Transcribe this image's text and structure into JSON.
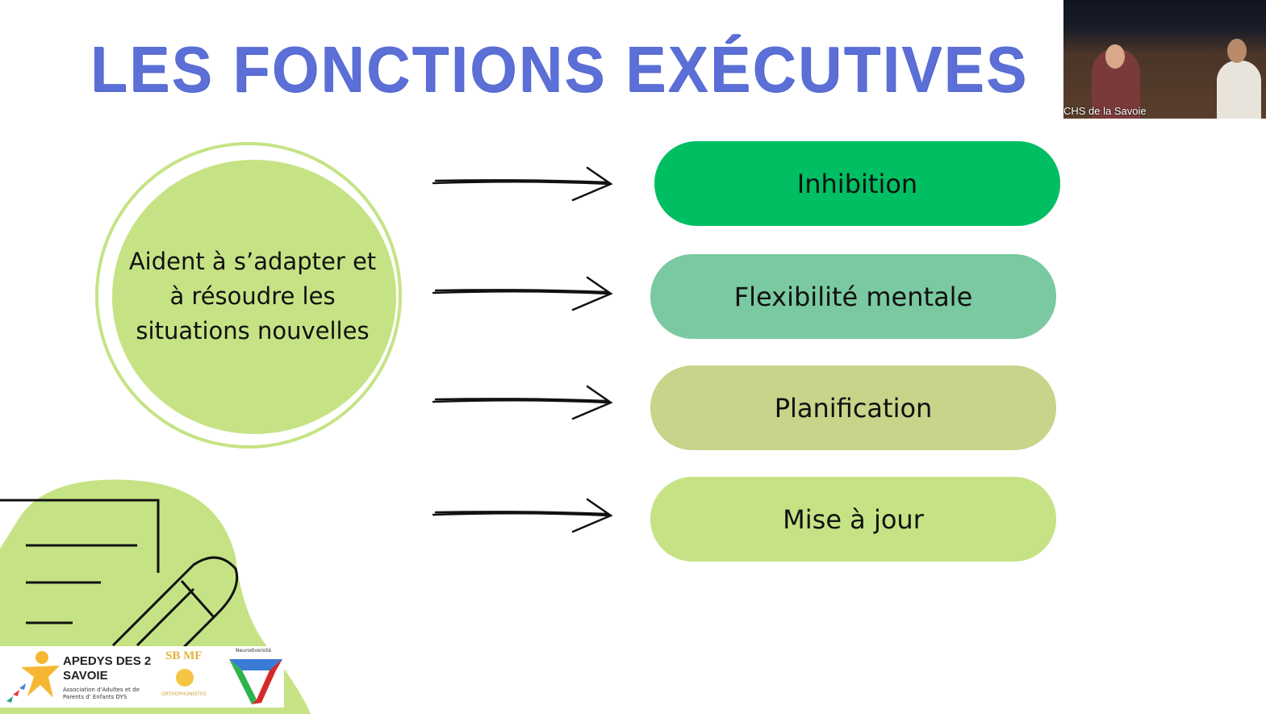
{
  "slide": {
    "title": "LES FONCTIONS EXÉCUTIVES",
    "circle_text": "Aident à s’adapter et à résoudre les situations nouvelles",
    "functions": [
      {
        "label": "Inhibition",
        "color": "#00bf63"
      },
      {
        "label": "Flexibilité mentale",
        "color": "#7ac9a0"
      },
      {
        "label": "Planification",
        "color": "#c9d38a"
      },
      {
        "label": "Mise à jour",
        "color": "#c5e384"
      }
    ],
    "accent": "#5b6fd6",
    "circle_color": "#c5e384"
  },
  "logos": {
    "apedys_name": "APEDYS DES 2 SAVOIE",
    "apedys_sub": "Association d'Adultes et de Parents d' Enfants DYS",
    "sbmf": "SB MF",
    "sbmf_sub": "ORTHOPHONISTES",
    "neuro": "Neurodiversité"
  },
  "video": {
    "label": "CHS de la Savoie"
  }
}
